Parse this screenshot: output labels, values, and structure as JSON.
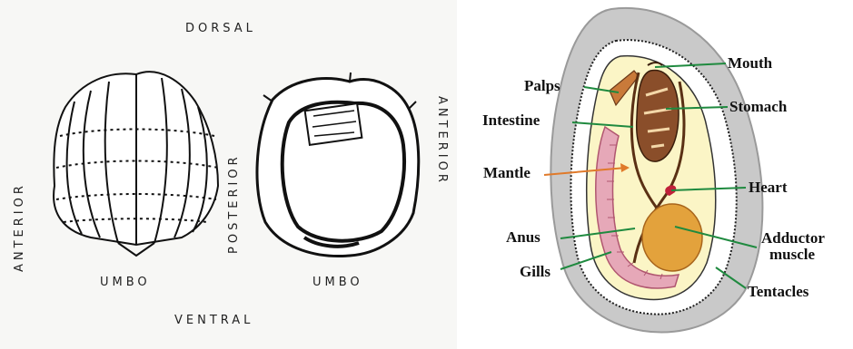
{
  "shell_orientation": {
    "dorsal": "DORSAL",
    "ventral": "VENTRAL",
    "anterior": "ANTERIOR",
    "posterior": "POSTERIOR",
    "umbo": "UMBO"
  },
  "anatomy_labels": {
    "mouth": "Mouth",
    "palps": "Palps",
    "stomach": "Stomach",
    "intestine": "Intestine",
    "mantle": "Mantle",
    "heart": "Heart",
    "anus": "Anus",
    "adductor": "Adductor",
    "muscle": "muscle",
    "gills": "Gills",
    "tentacles": "Tentacles"
  },
  "colors": {
    "leader_line": "#1f8a3f",
    "mantle_arrow": "#e07a2a",
    "adductor_muscle": "#e3a23c",
    "gills": "#e6a8b8",
    "digestive": "#8a4e2a",
    "outer_shell": "#c9c9c9",
    "body": "#fbf5c6"
  }
}
